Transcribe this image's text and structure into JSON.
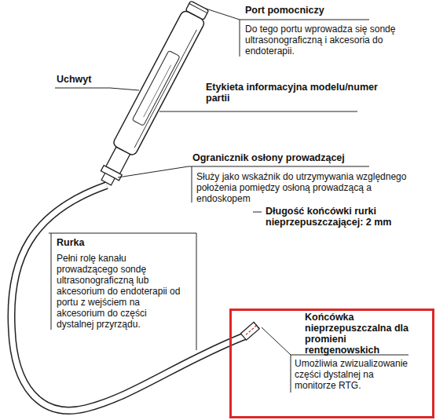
{
  "diagram": {
    "nodes": [
      {
        "text": [
          "Końcówka nieprzepuszczalna dla promieni rentgenowskich",
          "Umożliwia zwizualizowanie części dystalnej na monitorze RTG."
        ]
      }
    ],
    "labels": [
      "Port pomocniczy",
      "Do tego portu wprowadza się sondę ultrasonograficzną i akcesoria do endoterapii.",
      "Uchwyt",
      "Etykieta informacyjna modelu/numer partii",
      "Ogranicznik osłony prowadzącej",
      "Służy jako wskaźnik do utrzymywania względnego położenia pomiędzy osłoną prowadzącą a endoskopem",
      "Długość końcówki rurki nieprzepuszczającej: 2 mm",
      "Rurka",
      "Pełni rolę kanału prowadzącego sondę ultrasonograficzną lub akcesorium do endoterapii od portu z wejściem na akcesorium do części dystalnej przyrządu."
    ]
  }
}
